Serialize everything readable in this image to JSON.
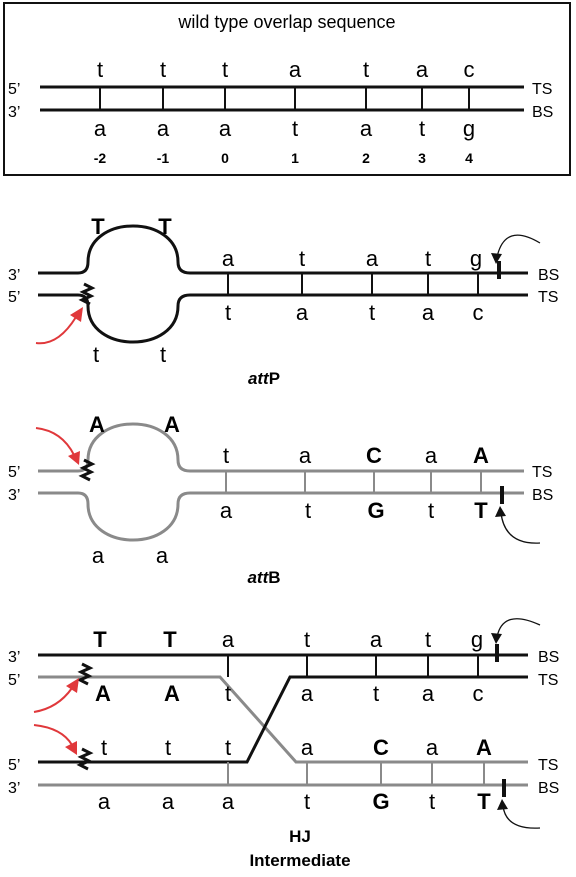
{
  "panel_wt": {
    "title": "wild type overlap sequence",
    "left_top": "5’",
    "left_bottom": "3’",
    "right_top": "TS",
    "right_bottom": "BS",
    "top_bases": [
      "t",
      "t",
      "t",
      "a",
      "t",
      "a",
      "c"
    ],
    "bottom_bases": [
      "a",
      "a",
      "a",
      "t",
      "a",
      "t",
      "g"
    ],
    "positions": [
      "-2",
      "-1",
      "0",
      "1",
      "2",
      "3",
      "4"
    ]
  },
  "panel_attp": {
    "caption_italic": "att",
    "caption_rest": "P",
    "left_top": "3’",
    "left_bottom": "5’",
    "right_top": "BS",
    "right_bottom": "TS",
    "loop_top": [
      "T",
      "T"
    ],
    "loop_bottom": [
      "t",
      "t"
    ],
    "top_bases": [
      "a",
      "t",
      "a",
      "t",
      "g"
    ],
    "bottom_bases": [
      "t",
      "a",
      "t",
      "a",
      "c"
    ]
  },
  "panel_attb": {
    "caption_italic": "att",
    "caption_rest": "B",
    "left_top": "5’",
    "left_bottom": "3’",
    "right_top": "TS",
    "right_bottom": "BS",
    "loop_top": [
      "A",
      "A"
    ],
    "loop_bottom": [
      "a",
      "a"
    ],
    "top_bases": [
      "t",
      "a",
      "C",
      "a",
      "A"
    ],
    "bottom_bases": [
      "a",
      "t",
      "G",
      "t",
      "T"
    ]
  },
  "panel_hj": {
    "caption_line1": "HJ",
    "caption_line2": "Intermediate",
    "upper_left_top": "3’",
    "upper_left_bottom": "5’",
    "upper_right_top": "BS",
    "upper_right_bottom": "TS",
    "lower_left_top": "5’",
    "lower_left_bottom": "3’",
    "lower_right_top": "TS",
    "lower_right_bottom": "BS",
    "upper_top_bases": [
      "T",
      "T",
      "a",
      "t",
      "a",
      "t",
      "g"
    ],
    "upper_mid_bases": [
      "A",
      "A",
      "t",
      "a",
      "t",
      "a",
      "c"
    ],
    "lower_top_bases": [
      "t",
      "t",
      "t",
      "a",
      "C",
      "a",
      "A"
    ],
    "lower_bottom_bases": [
      "a",
      "a",
      "a",
      "t",
      "G",
      "t",
      "T"
    ]
  },
  "colors": {
    "strand_black": "#111111",
    "strand_gray": "#8a8a8a",
    "arrow_red": "#e0383b"
  }
}
